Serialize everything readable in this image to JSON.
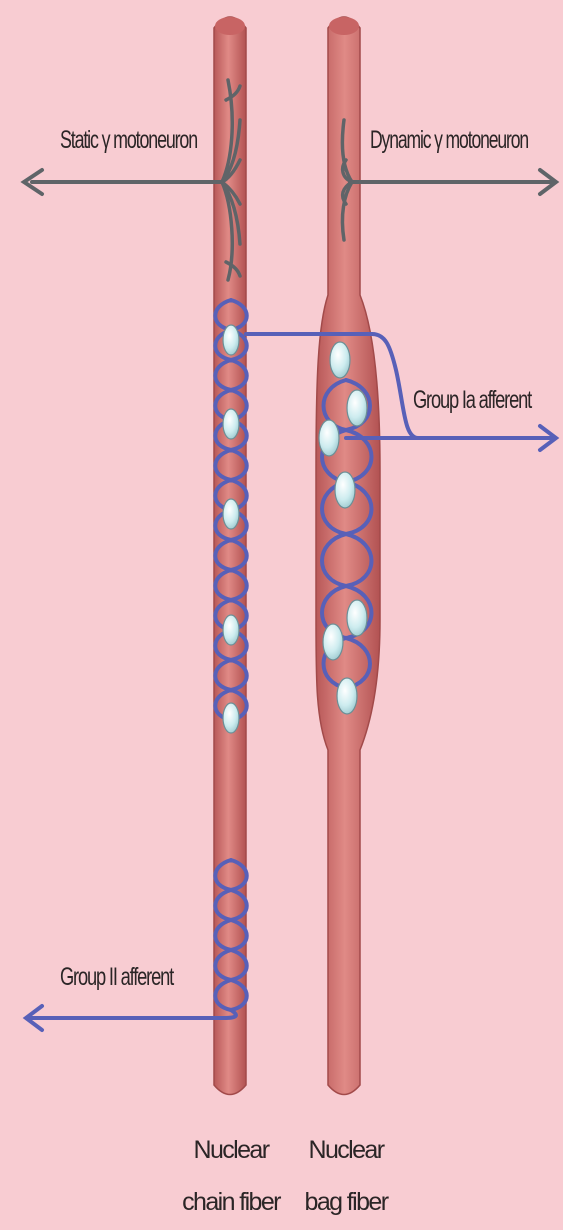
{
  "labels": {
    "static_gamma": "Static γ motoneuron",
    "dynamic_gamma": "Dynamic γ motoneuron",
    "group_ia": "Group Ia afferent",
    "group_ii": "Group II afferent",
    "chain_fiber_line1": "Nuclear",
    "chain_fiber_line2": "chain fiber",
    "bag_fiber_line1": "Nuclear",
    "bag_fiber_line2": "bag fiber"
  },
  "colors": {
    "background": "#f8ccd2",
    "fiber_fill": "#d06a6a",
    "fiber_edge": "#a24a4a",
    "fiber_highlight": "#e28c8a",
    "nerve_gray": "#5f6468",
    "afferent_blue": "#5860b8",
    "nucleus_fill": "#c4e8ec"
  }
}
